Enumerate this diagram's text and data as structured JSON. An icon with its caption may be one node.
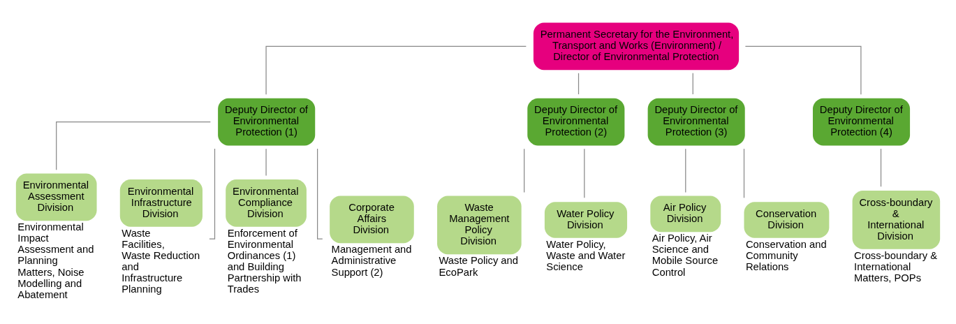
{
  "diagram": {
    "nodes": [
      {
        "text": [
          "Permanent Secretary for the Environment, Transport and Works (Environment) / Director of Environmental Protection"
        ]
      },
      {
        "text": [
          "Deputy Director of Environmental Protection (1)"
        ]
      },
      {
        "text": [
          "Deputy Director of Environmental Protection (2)"
        ]
      },
      {
        "text": [
          "Deputy Director of Environmental Protection (3)"
        ]
      },
      {
        "text": [
          "Deputy Director of Environmental Protection (4)"
        ]
      },
      {
        "text": [
          "Environmental Assessment Division"
        ],
        "beside": [
          "Environmental Impact Assessment and Planning Matters, Noise Modelling and Abatement"
        ]
      },
      {
        "text": [
          "Environmental Infrastructure Division"
        ],
        "beside": [
          "Waste Facilities, Waste Reduction and Infrastructure Planning"
        ]
      },
      {
        "text": [
          "Environmental Compliance Division"
        ],
        "beside": [
          "Enforcement of Environmental Ordinances (1) and Building Partnership with Trades"
        ]
      },
      {
        "text": [
          "Corporate Affairs Division"
        ],
        "beside": [
          "Management and Administrative Support (2)"
        ]
      },
      {
        "text": [
          "Waste Management Policy Division"
        ],
        "beside": [
          "Waste Policy and EcoPark"
        ]
      },
      {
        "text": [
          "Water Policy Division"
        ],
        "beside": [
          "Water Policy, Waste and Water Science"
        ]
      },
      {
        "text": [
          "Air Policy Division"
        ],
        "beside": [
          "Air Policy, Air Science and Mobile Source Control"
        ]
      },
      {
        "text": [
          "Conservation Division"
        ],
        "beside": [
          "Conservation and Community Relations"
        ]
      },
      {
        "text": [
          "Cross-boundary & International Division"
        ],
        "beside": [
          "Cross-boundary & International Matters, POPs"
        ]
      }
    ],
    "edges": [
      {
        "from": 0,
        "to": 1,
        "arrow": "none"
      },
      {
        "from": 0,
        "to": 2,
        "arrow": "none"
      },
      {
        "from": 0,
        "to": 3,
        "arrow": "none"
      },
      {
        "from": 0,
        "to": 4,
        "arrow": "none"
      },
      {
        "from": 1,
        "to": 5,
        "arrow": "none"
      },
      {
        "from": 1,
        "to": 6,
        "arrow": "none"
      },
      {
        "from": 1,
        "to": 7,
        "arrow": "none"
      },
      {
        "from": 1,
        "to": 8,
        "arrow": "none"
      },
      {
        "from": 2,
        "to": 9,
        "arrow": "none"
      },
      {
        "from": 2,
        "to": 10,
        "arrow": "none"
      },
      {
        "from": 3,
        "to": 11,
        "arrow": "none"
      },
      {
        "from": 3,
        "to": 12,
        "arrow": "none"
      },
      {
        "from": 4,
        "to": 13,
        "arrow": "none"
      }
    ]
  }
}
